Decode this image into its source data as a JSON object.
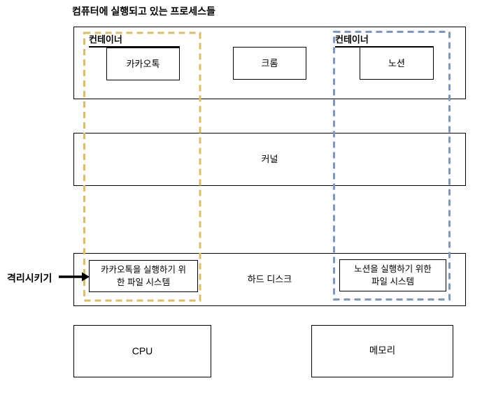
{
  "title": "컴퓨터에 실행되고 있는 프로세스들",
  "isolate_label": "격리시키기",
  "containers": {
    "left": {
      "label": "컨테이너",
      "color": "#dfbd5c"
    },
    "right": {
      "label": "컨테이너",
      "color": "#7b97c9"
    }
  },
  "apps": {
    "kakaotalk": "카카오톡",
    "chrome": "크롬",
    "notion": "노션"
  },
  "kernel_label": "커널",
  "storage": {
    "label": "하드 디스크",
    "kakaotalk_fs": "카카오톡을 실행하기 위\n한 파일 시스템",
    "notion_fs": "노션을 실행하기 위한\n파일 시스템"
  },
  "hardware": {
    "cpu": "CPU",
    "memory": "메모리"
  }
}
